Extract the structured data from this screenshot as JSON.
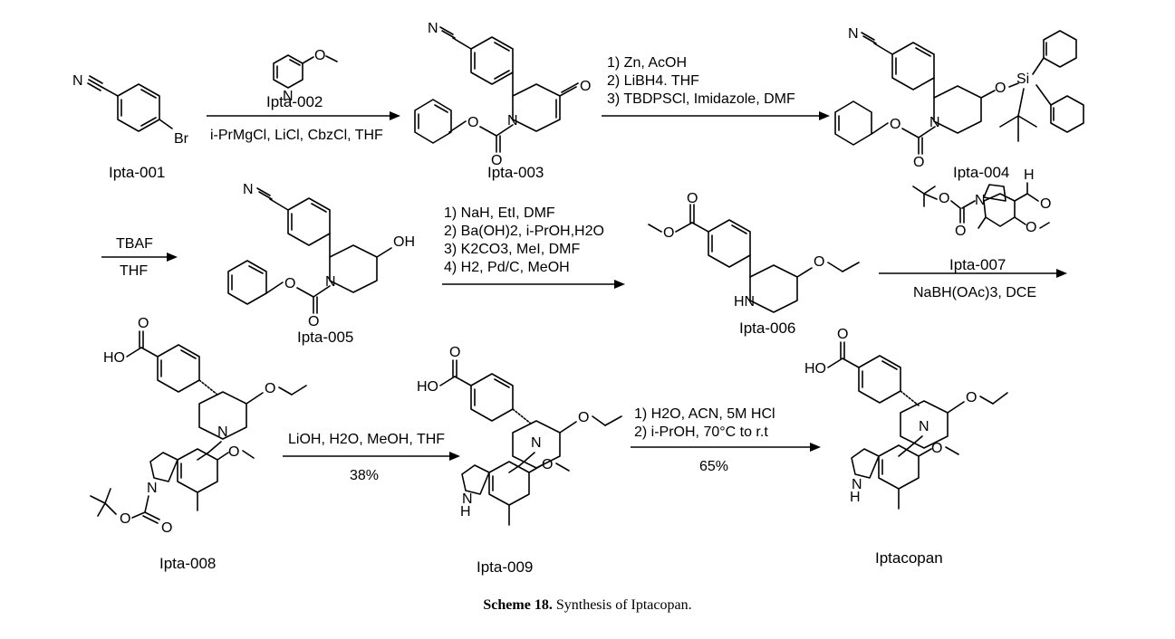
{
  "compounds": {
    "c001": "Ipta-001",
    "c002": "Ipta-002",
    "c003": "Ipta-003",
    "c004": "Ipta-004",
    "c005": "Ipta-005",
    "c006": "Ipta-006",
    "c007": "Ipta-007",
    "c008": "Ipta-008",
    "c009": "Ipta-009",
    "final": "Iptacopan"
  },
  "steps": {
    "s1_below": "i-PrMgCl, LiCl, CbzCl, THF",
    "s2_l1": "1) Zn, AcOH",
    "s2_l2": "2) LiBH4. THF",
    "s2_l3": "3) TBDPSCl, Imidazole, DMF",
    "s3_above": "TBAF",
    "s3_below": "THF",
    "s4_l1": "1) NaH, EtI, DMF",
    "s4_l2": "2) Ba(OH)2, i-PrOH,H2O",
    "s4_l3": "3) K2CO3, MeI, DMF",
    "s4_l4": "4) H2, Pd/C, MeOH",
    "s5_below": "NaBH(OAc)3, DCE",
    "s6_above": "LiOH, H2O, MeOH, THF",
    "s6_yield": "38%",
    "s7_l1": "1) H2O, ACN, 5M HCl",
    "s7_l2": "2) i-PrOH, 70°C to r.t",
    "s7_yield": "65%"
  },
  "caption": {
    "label": "Scheme 18.",
    "text": "Synthesis of Iptacopan."
  }
}
